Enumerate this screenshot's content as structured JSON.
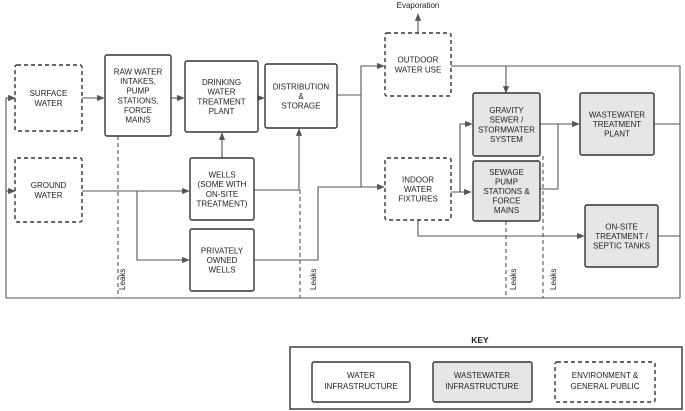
{
  "nodes": {
    "surface_water": {
      "type": "env",
      "lines": [
        "SURFACE",
        "WATER"
      ]
    },
    "ground_water": {
      "type": "env",
      "lines": [
        "GROUND",
        "WATER"
      ]
    },
    "raw_water_intakes": {
      "type": "water",
      "lines": [
        "RAW WATER",
        "INTAKES,",
        "PUMP",
        "STATIONS,",
        "FORCE",
        "MAINS"
      ]
    },
    "drinking_water_plant": {
      "type": "water",
      "lines": [
        "DRINKING",
        "WATER",
        "TREATMENT",
        "PLANT"
      ]
    },
    "wells": {
      "type": "water",
      "lines": [
        "WELLS",
        "(SOME WITH",
        "ON-SITE",
        "TREATMENT)"
      ]
    },
    "privately_owned_wells": {
      "type": "water",
      "lines": [
        "PRIVATELY",
        "OWNED",
        "WELLS"
      ]
    },
    "distribution_storage": {
      "type": "water",
      "lines": [
        "DISTRIBUTION",
        "&",
        "STORAGE"
      ]
    },
    "outdoor_water_use": {
      "type": "env",
      "lines": [
        "OUTDOOR",
        "WATER USE"
      ]
    },
    "indoor_water_fixtures": {
      "type": "env",
      "lines": [
        "INDOOR",
        "WATER",
        "FIXTURES"
      ]
    },
    "gravity_sewer": {
      "type": "wastewater",
      "lines": [
        "GRAVITY",
        "SEWER /",
        "STORMWATER",
        "SYSTEM"
      ]
    },
    "sewage_pump_stations": {
      "type": "wastewater",
      "lines": [
        "SEWAGE",
        "PUMP",
        "STATIONS &",
        "FORCE",
        "MAINS"
      ]
    },
    "wastewater_plant": {
      "type": "wastewater",
      "lines": [
        "WASTEWATER",
        "TREATMENT",
        "PLANT"
      ]
    },
    "onsite_treatment": {
      "type": "wastewater",
      "lines": [
        "ON-SITE",
        "TREATMENT /",
        "SEPTIC TANKS"
      ]
    }
  },
  "labels": {
    "evaporation": "Evaporation",
    "leaks": "Leaks"
  },
  "key": {
    "title": "KEY",
    "water": [
      "WATER",
      "INFRASTRUCTURE"
    ],
    "wastewater": [
      "WASTEWATER",
      "INFRASTRUCTURE"
    ],
    "env": [
      "ENVIRONMENT &",
      "GENERAL PUBLIC"
    ]
  }
}
